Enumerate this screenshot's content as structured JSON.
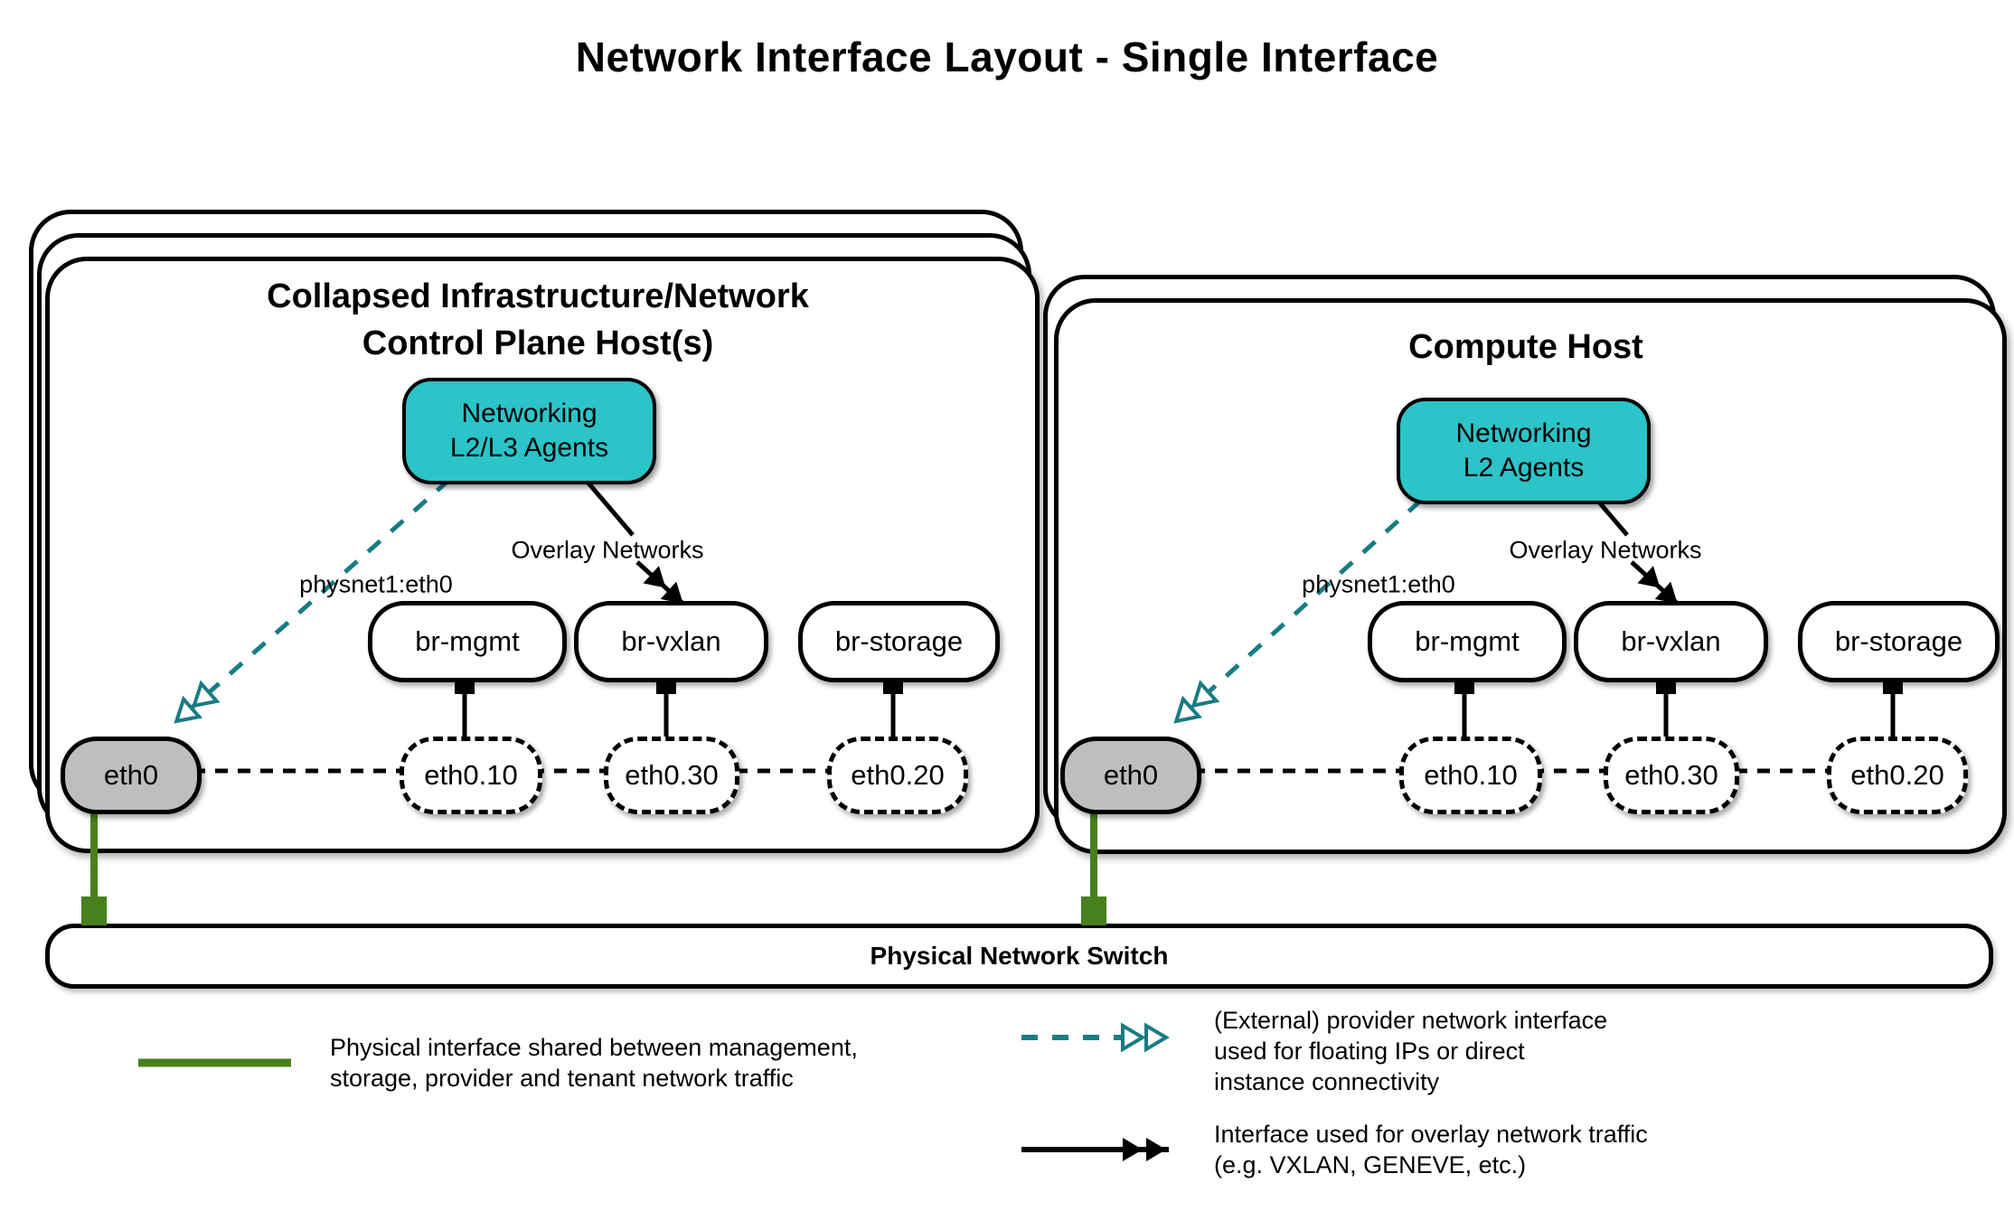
{
  "title": "Network Interface Layout - Single Interface",
  "hosts": [
    {
      "title_lines": [
        "Collapsed Infrastructure/Network",
        "Control Plane Host(s)"
      ],
      "agent_lines": [
        "Networking",
        "L2/L3 Agents"
      ],
      "provider_arrow_label": "physnet1:eth0",
      "overlay_arrow_label": "Overlay Networks",
      "bridges": [
        "br-mgmt",
        "br-vxlan",
        "br-storage"
      ],
      "physical_interface": "eth0",
      "vlan_interfaces": [
        "eth0.10",
        "eth0.30",
        "eth0.20"
      ]
    },
    {
      "title_lines": [
        "Compute Host"
      ],
      "agent_lines": [
        "Networking",
        "L2 Agents"
      ],
      "provider_arrow_label": "physnet1:eth0",
      "overlay_arrow_label": "Overlay Networks",
      "bridges": [
        "br-mgmt",
        "br-vxlan",
        "br-storage"
      ],
      "physical_interface": "eth0",
      "vlan_interfaces": [
        "eth0.10",
        "eth0.30",
        "eth0.20"
      ]
    }
  ],
  "switch_label": "Physical Network Switch",
  "legend": [
    {
      "symbol": "green-solid-line",
      "lines": [
        "Physical interface shared between management,",
        "storage, provider and tenant network traffic"
      ]
    },
    {
      "symbol": "teal-dashed-double-arrow",
      "lines": [
        "(External) provider network interface",
        "used for floating IPs or direct",
        "instance connectivity"
      ]
    },
    {
      "symbol": "black-solid-double-arrow",
      "lines": [
        "Interface used for overlay network traffic",
        "(e.g. VXLAN, GENEVE, etc.)"
      ]
    }
  ],
  "colors": {
    "teal_fill": "#2BC4C8",
    "teal_arrow": "#187C84",
    "green_line": "#47801D",
    "interface_gray": "#BEBEBE"
  }
}
